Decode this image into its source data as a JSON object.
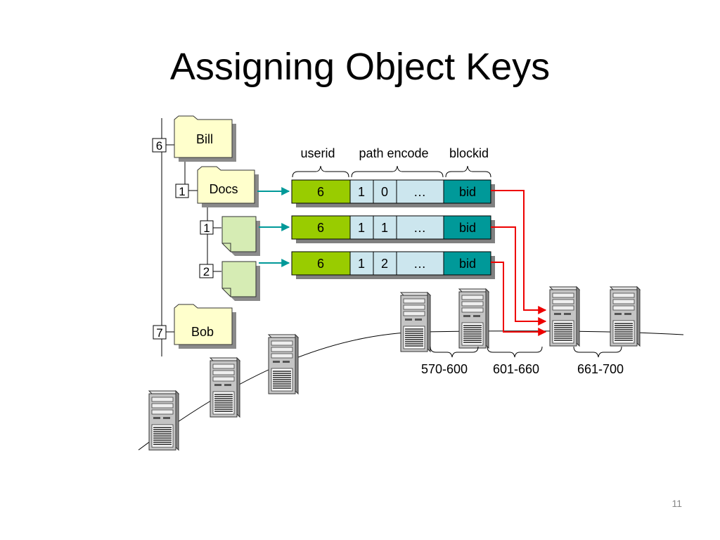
{
  "title": "Assigning Object Keys",
  "page_number": "11",
  "tree": {
    "folders": {
      "bill": {
        "label": "Bill",
        "id": "6"
      },
      "docs": {
        "label": "Docs",
        "id": "1"
      },
      "bob": {
        "label": "Bob",
        "id": "7"
      }
    },
    "files": [
      {
        "id": "1"
      },
      {
        "id": "2"
      }
    ]
  },
  "key_header": {
    "userid": "userid",
    "path_encode": "path encode",
    "blockid": "blockid"
  },
  "keys": [
    {
      "userid": "6",
      "path": [
        "1",
        "0",
        "…"
      ],
      "blockid": "bid"
    },
    {
      "userid": "6",
      "path": [
        "1",
        "1",
        "…"
      ],
      "blockid": "bid"
    },
    {
      "userid": "6",
      "path": [
        "1",
        "2",
        "…"
      ],
      "blockid": "bid"
    }
  ],
  "ranges": [
    "570-600",
    "601-660",
    "661-700"
  ],
  "colors": {
    "userid_fill": "#99cc00",
    "path_fill": "#cce6ee",
    "blockid_fill": "#009999",
    "folder_fill": "#ffffcc",
    "file_fill": "#d6ecb4",
    "arrow_teal": "#009999",
    "arrow_red": "#ee0000",
    "server_body": "#c0c0c0"
  },
  "icons": [
    "folder-icon",
    "file-icon",
    "server-icon"
  ]
}
